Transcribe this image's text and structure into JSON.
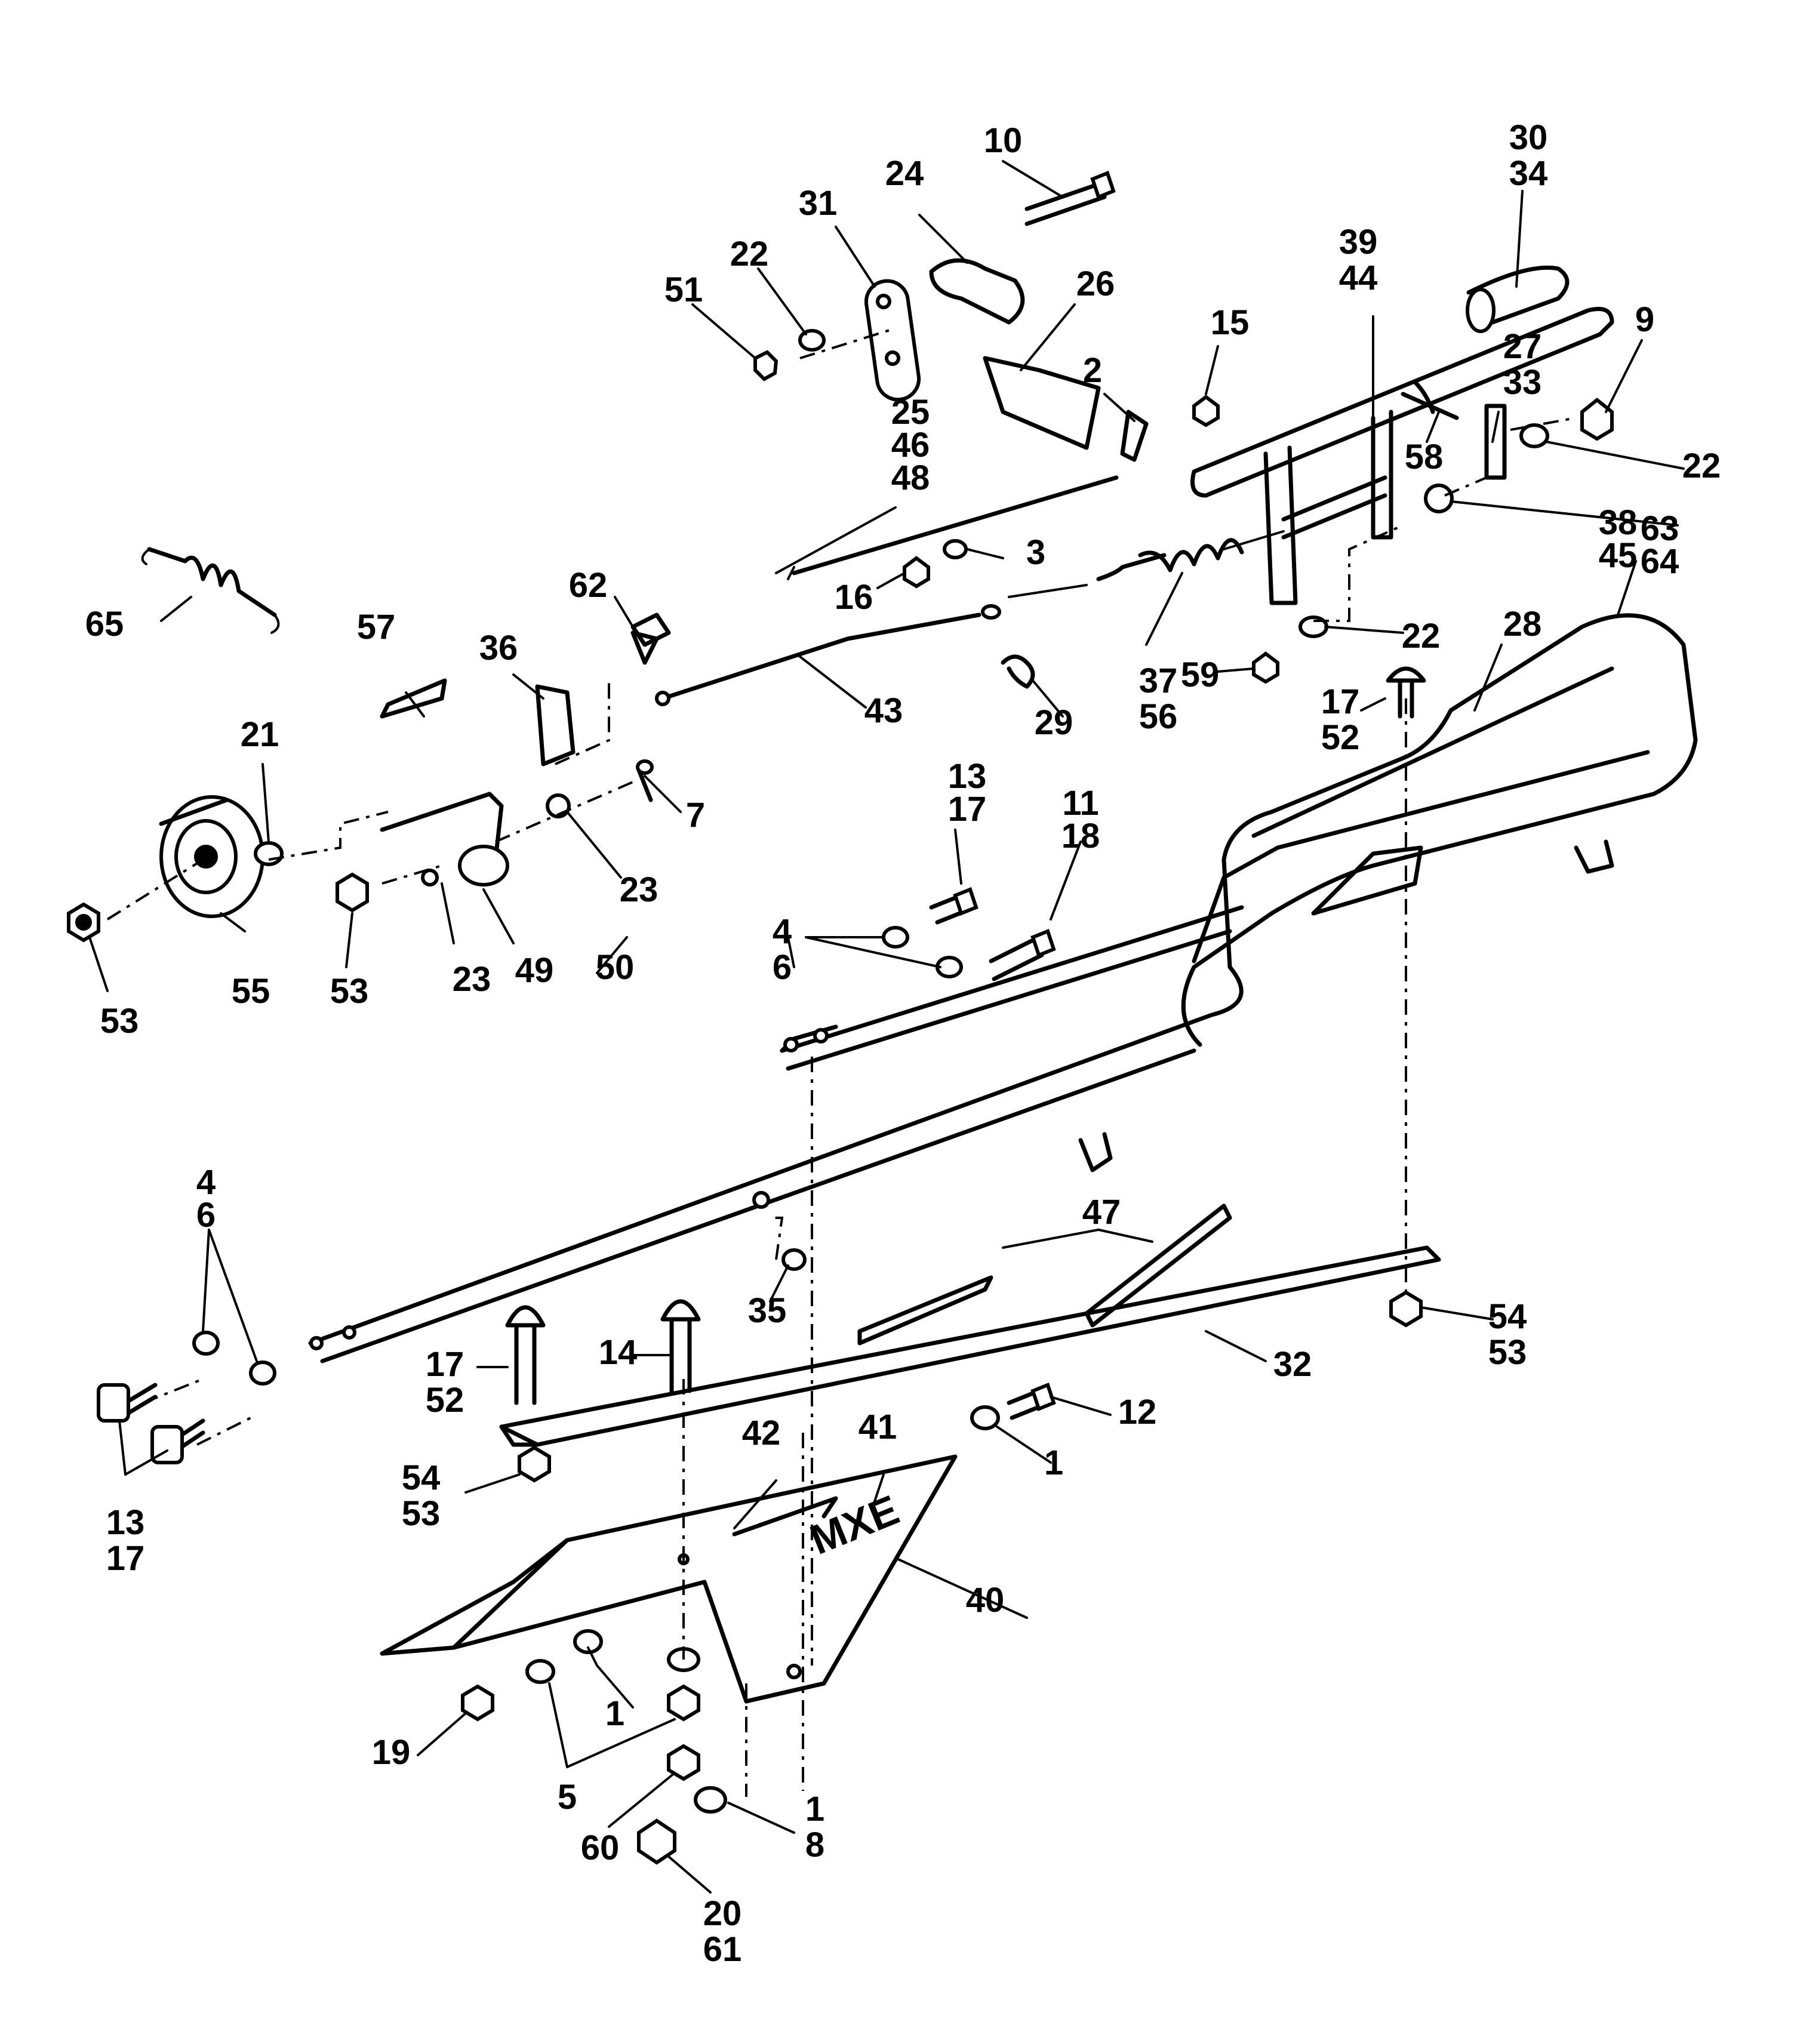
{
  "labels": [
    "10",
    "24",
    "31",
    "22",
    "51",
    "26",
    "15",
    "39",
    "44",
    "30",
    "34",
    "2",
    "25",
    "46",
    "48",
    "3",
    "16",
    "58",
    "27",
    "33",
    "9",
    "22",
    "63",
    "64",
    "38",
    "45",
    "65",
    "62",
    "57",
    "36",
    "43",
    "37",
    "56",
    "29",
    "22",
    "59",
    "28",
    "17",
    "52",
    "21",
    "7",
    "13",
    "17",
    "11",
    "18",
    "23",
    "4",
    "6",
    "53",
    "55",
    "53",
    "23",
    "49",
    "50",
    "4",
    "6",
    "47",
    "35",
    "54",
    "53",
    "17",
    "52",
    "14",
    "32",
    "12",
    "1",
    "42",
    "41",
    "54",
    "53",
    "13",
    "17",
    "40",
    "1",
    "5",
    "19",
    "60",
    "1",
    "8",
    "20",
    "61"
  ],
  "logo_text": "MXE"
}
